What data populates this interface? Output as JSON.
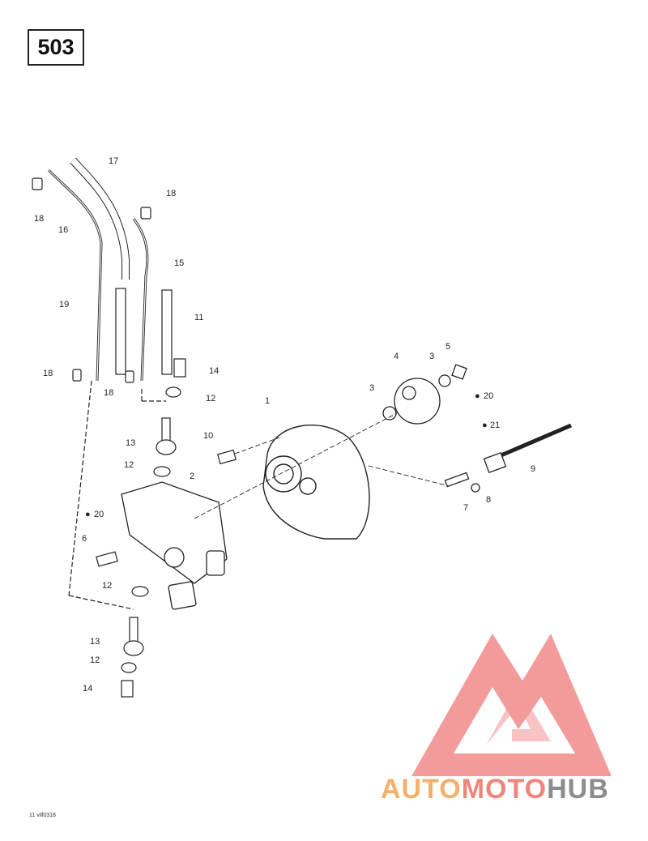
{
  "page": {
    "number": "503"
  },
  "drawing_ref": "11 vill0318",
  "watermark": {
    "part1": "AUTO",
    "part2": "MOTO",
    "part3": "HUB",
    "colors": {
      "auto": "#f2b06a",
      "moto": "#f0857b",
      "hub": "#8c8c8c",
      "logo": "#f07a7a"
    }
  },
  "callouts": {
    "c1": "1",
    "c2": "2",
    "c3a": "3",
    "c3b": "3",
    "c4": "4",
    "c5": "5",
    "c6": "6",
    "c7": "7",
    "c8": "8",
    "c9": "9",
    "c10": "10",
    "c11": "11",
    "c12a": "12",
    "c12b": "12",
    "c12c": "12",
    "c12d": "12",
    "c13a": "13",
    "c13b": "13",
    "c14a": "14",
    "c14b": "14",
    "c15": "15",
    "c16": "16",
    "c17": "17",
    "c18a": "18",
    "c18b": "18",
    "c18c": "18",
    "c18d": "18",
    "c19": "19",
    "c20a": "20",
    "c20b": "20",
    "c21": "21"
  }
}
